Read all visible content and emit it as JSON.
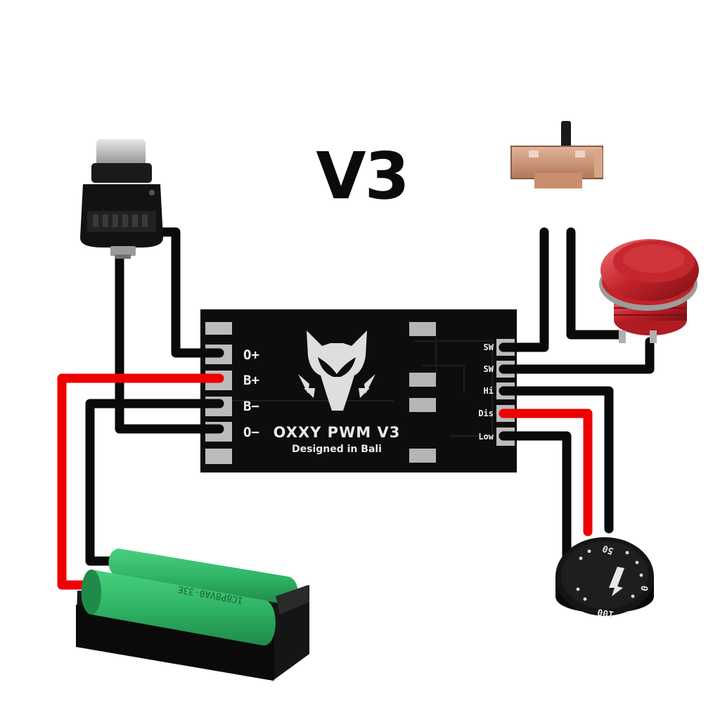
{
  "title": "V3",
  "board": {
    "name": "OXXY PWM V3",
    "subtitle": "Designed in Bali",
    "left_pins": [
      "O+",
      "B+",
      "B−",
      "O−"
    ],
    "right_pins": [
      "SW",
      "SW",
      "Hi",
      "Dis",
      "Low"
    ]
  },
  "battery_label": "1C8P8VA0-33E",
  "potentiometer_labels": [
    "50",
    "0",
    "100"
  ],
  "components": [
    {
      "icon": "push-button-icon"
    },
    {
      "icon": "slide-switch-icon"
    },
    {
      "icon": "metal-push-switch-icon"
    },
    {
      "icon": "battery-holder-icon"
    },
    {
      "icon": "potentiometer-icon"
    }
  ],
  "colors": {
    "wire_black": "#0a0a0a",
    "wire_red": "#ee0000",
    "board": "#0d0d0d",
    "pad": "#b8b8b8",
    "battery": "#2fb565",
    "red_switch": "#c2222a"
  }
}
